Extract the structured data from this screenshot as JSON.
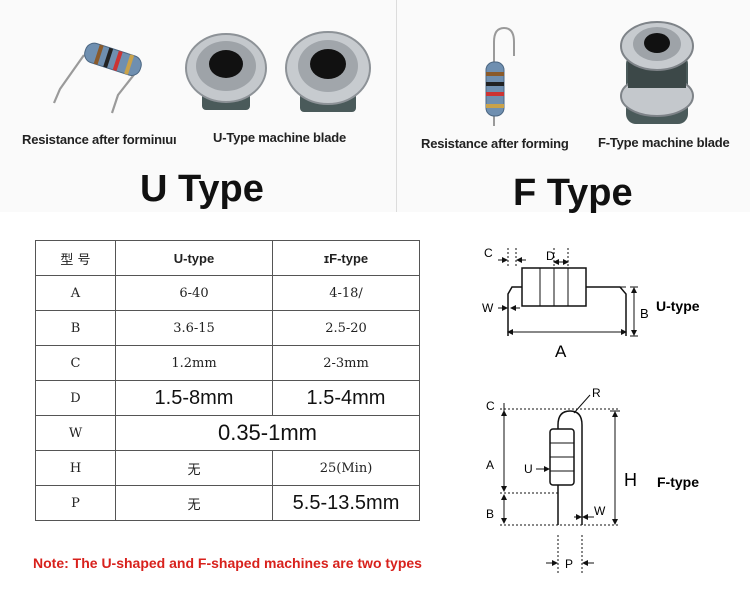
{
  "top_left": {
    "caption_resistance": "Resistance after forminιuı",
    "caption_blade": "U-Type machine blade"
  },
  "top_right": {
    "caption_resistance": "Resistance after forming",
    "caption_blade": "F-Type machine blade"
  },
  "titles": {
    "u": "U Type",
    "f": "F Type"
  },
  "table": {
    "header": {
      "label": "型 号",
      "u": "U-type",
      "f": "ɪF-type"
    },
    "rows": {
      "a": {
        "label": "A",
        "u": "6-40",
        "f": "4-18/"
      },
      "b": {
        "label": "B",
        "u": "3.6-15",
        "f": "2.5-20"
      },
      "c": {
        "label": "C",
        "u": "1.2mm",
        "f": "2-3mm"
      },
      "d": {
        "label": "D",
        "u": "1.5-8mm",
        "f": "1.5-4mm"
      },
      "w": {
        "label": "W",
        "both": "0.35-1mm"
      },
      "h": {
        "label": "H",
        "u": "无",
        "f": "25(Min)"
      },
      "p": {
        "label": "P",
        "u": "无",
        "f": "5.5-13.5mm"
      }
    }
  },
  "diagram_u": {
    "C": "C",
    "D": "D",
    "W": "W",
    "B": "B",
    "A": "A",
    "type": "U-type"
  },
  "diagram_f": {
    "C": "C",
    "R": "R",
    "A": "A",
    "D": "U",
    "H": "H",
    "B": "B",
    "W": "W",
    "P": "P",
    "type": "F-type"
  },
  "note": "Note: The U-shaped and F-shaped machines are two types",
  "colors": {
    "note": "#d8211c",
    "resistor_body": "#6f8fb0",
    "blade_metal": "#b9bdc2"
  }
}
